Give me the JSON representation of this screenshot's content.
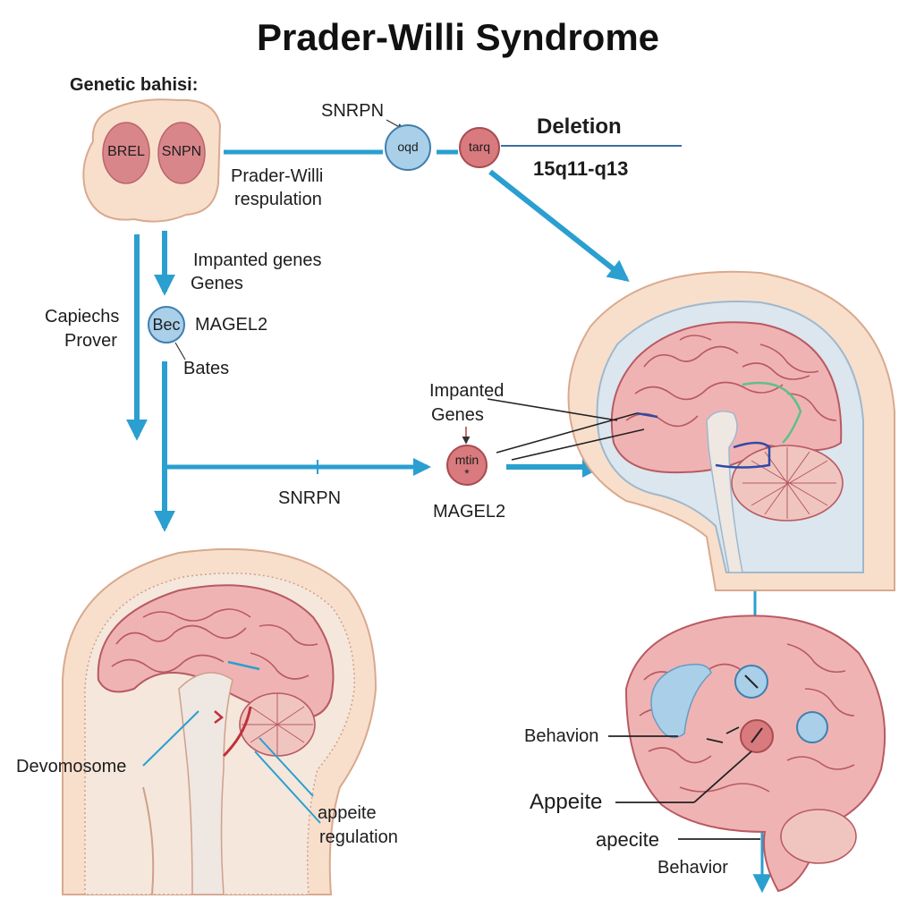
{
  "title": "Prader-Willi Syndrome",
  "genetic_basis": {
    "heading": "Genetic bahisi:",
    "cell_left_label": "BREL",
    "cell_right_label": "SNPN"
  },
  "top_row": {
    "snrpn_label": "SNRPN",
    "node1_label": "oqd",
    "node2_label": "tarq",
    "deletion_label": "Deletion",
    "locus_label": "15q11-q13",
    "regulation_line1": "Prader-Willi",
    "regulation_line2": "respulation"
  },
  "left_column": {
    "imprinted_line1": "Impanted genes",
    "imprinted_line2": "Genes",
    "capiechs_line1": "Capiechs",
    "capiechs_line2": "Prover",
    "bec_node_label": "Bec",
    "magel2_label": "MAGEL2",
    "bates_label": "Bates"
  },
  "middle": {
    "snrpn_label": "SNRPN",
    "imprinted_line1": "Impanted",
    "imprinted_line2": "Genes",
    "center_node_line1": "mtin",
    "center_node_line2": "*",
    "magel2_label": "MAGEL2"
  },
  "bottom_left": {
    "devomosome_label": "Devomosome",
    "appeite_line1": "appeite",
    "appeite_line2": "regulation"
  },
  "bottom_right": {
    "behavior_top_label": "Behavion",
    "appeite_label": "Appeite",
    "apecite_label": "apecite",
    "behavior_bottom_label": "Behavior"
  },
  "colors": {
    "arrow": "#2a9fd0",
    "brain": "#f0b3b3",
    "brain_sulci": "#b85a62",
    "node_blue": "#a9cfe9",
    "node_red": "#d97a7e",
    "skin": "#f8dfcc"
  }
}
